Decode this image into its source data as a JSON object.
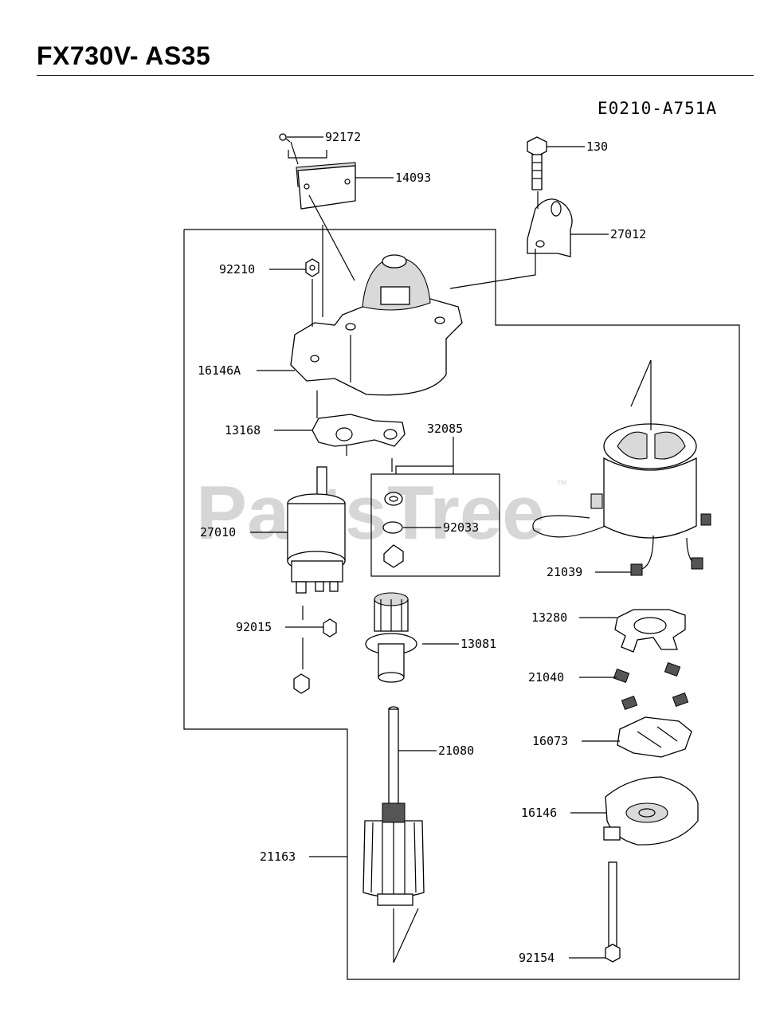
{
  "header": {
    "title": "FX730V- AS35",
    "diagram_code": "E0210-A751A"
  },
  "watermark": {
    "text": "PartsTree",
    "trademark": "™"
  },
  "parts": [
    {
      "id": "p92172",
      "number": "92172",
      "name": "screw-part"
    },
    {
      "id": "p14093",
      "number": "14093",
      "name": "cover-plate-part"
    },
    {
      "id": "p130",
      "number": "130",
      "name": "bolt-part"
    },
    {
      "id": "p27012",
      "number": "27012",
      "name": "bracket-part"
    },
    {
      "id": "p92210",
      "number": "92210",
      "name": "nut-part"
    },
    {
      "id": "p16146A",
      "number": "16146A",
      "name": "front-housing-part"
    },
    {
      "id": "p13168",
      "number": "13168",
      "name": "shift-lever-part"
    },
    {
      "id": "p32085",
      "number": "32085",
      "name": "kit-part"
    },
    {
      "id": "p27010",
      "number": "27010",
      "name": "solenoid-part"
    },
    {
      "id": "p92033",
      "number": "92033",
      "name": "snap-ring-part"
    },
    {
      "id": "p21039",
      "number": "21039",
      "name": "yoke-part"
    },
    {
      "id": "p13280",
      "number": "13280",
      "name": "brush-holder-part"
    },
    {
      "id": "p92015",
      "number": "92015",
      "name": "hex-nut-part"
    },
    {
      "id": "p13081",
      "number": "13081",
      "name": "pinion-gear-part"
    },
    {
      "id": "p21040",
      "number": "21040",
      "name": "brush-spring-part"
    },
    {
      "id": "p16073",
      "number": "16073",
      "name": "plate-part"
    },
    {
      "id": "p21080",
      "number": "21080",
      "name": "shaft-part"
    },
    {
      "id": "p16146",
      "number": "16146",
      "name": "rear-cover-part"
    },
    {
      "id": "p21163",
      "number": "21163",
      "name": "armature-part"
    },
    {
      "id": "p92154",
      "number": "92154",
      "name": "through-bolt-part"
    }
  ]
}
